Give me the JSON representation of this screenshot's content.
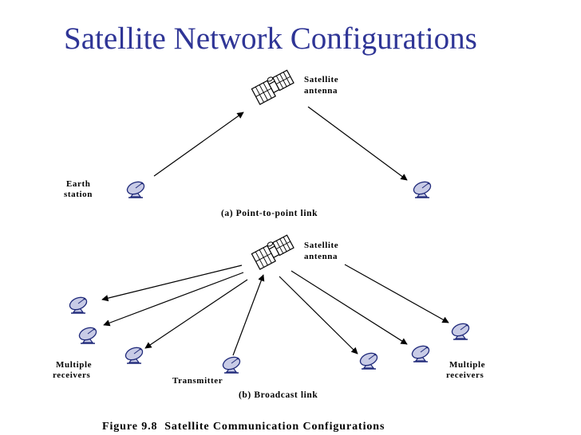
{
  "slide": {
    "title": "Satellite Network Configurations"
  },
  "diagram_a": {
    "satellite_label_line1": "Satellite",
    "satellite_label_line2": "antenna",
    "earth_station_line1": "Earth",
    "earth_station_line2": "station",
    "caption": "(a) Point-to-point link"
  },
  "diagram_b": {
    "satellite_label_line1": "Satellite",
    "satellite_label_line2": "antenna",
    "receivers_left_line1": "Multiple",
    "receivers_left_line2": "receivers",
    "receivers_right_line1": "Multiple",
    "receivers_right_line2": "receivers",
    "transmitter": "Transmitter",
    "caption": "(b) Broadcast link"
  },
  "figure_caption": "Figure 9.8  Satellite Communication Configurations",
  "colors": {
    "title": "#2f3596",
    "dish_fill": "#c8cbe6",
    "dish_stroke": "#202a7a",
    "ink": "#000000"
  }
}
